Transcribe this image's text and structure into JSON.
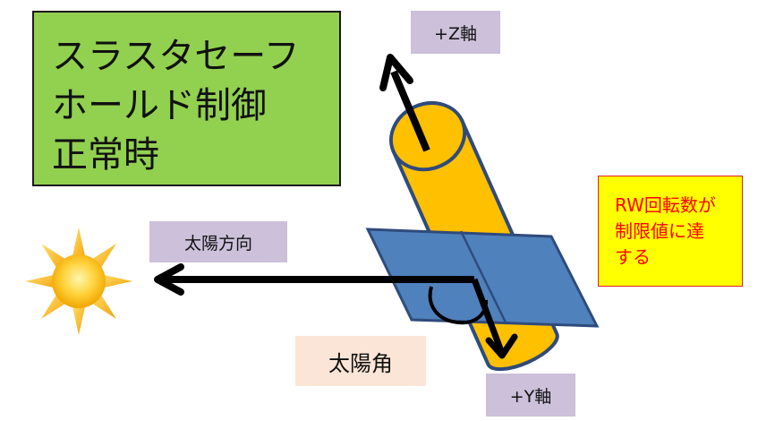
{
  "title_box": {
    "text": "スラスタセーフ\nホールド制御\n正常時"
  },
  "labels": {
    "z_axis": "+Z軸",
    "sun_direction": "太陽方向",
    "sun_angle": "太陽角",
    "y_axis": "+Y軸"
  },
  "rw_note": {
    "text": "RW回転数が\n制限値に達\nする"
  },
  "colors": {
    "title_bg": "#92d050",
    "label_bg": "#ccc0da",
    "angle_bg": "#fbe5d6",
    "note_bg": "#ffff00",
    "note_text": "#ff0000",
    "cylinder": "#ffc000",
    "cylinder_edge": "#2f4b7c",
    "panel": "#4f81bd",
    "sun": "#ffc000",
    "arrow": "#000000"
  }
}
